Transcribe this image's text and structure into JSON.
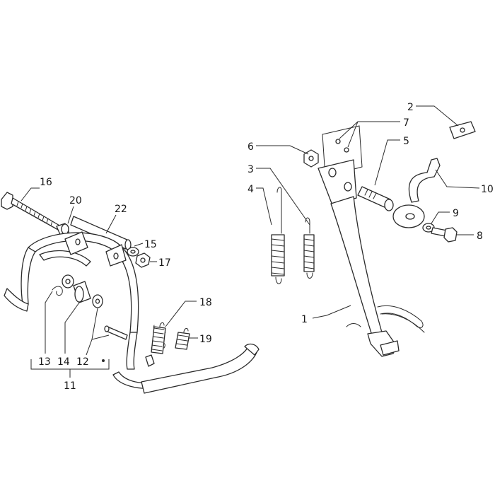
{
  "diagram": {
    "callouts": [
      {
        "id": "c1",
        "text": "1"
      },
      {
        "id": "c2",
        "text": "2"
      },
      {
        "id": "c3",
        "text": "3"
      },
      {
        "id": "c4",
        "text": "4"
      },
      {
        "id": "c5",
        "text": "5"
      },
      {
        "id": "c6",
        "text": "6"
      },
      {
        "id": "c7",
        "text": "7"
      },
      {
        "id": "c8",
        "text": "8"
      },
      {
        "id": "c9",
        "text": "9"
      },
      {
        "id": "c10",
        "text": "10"
      },
      {
        "id": "c11",
        "text": "11"
      },
      {
        "id": "c12",
        "text": "12"
      },
      {
        "id": "c13",
        "text": "13"
      },
      {
        "id": "c14",
        "text": "14"
      },
      {
        "id": "c15",
        "text": "15"
      },
      {
        "id": "c16",
        "text": "16"
      },
      {
        "id": "c17",
        "text": "17"
      },
      {
        "id": "c18",
        "text": "18"
      },
      {
        "id": "c19",
        "text": "19"
      },
      {
        "id": "c20",
        "text": "20"
      },
      {
        "id": "c22",
        "text": "22"
      }
    ]
  }
}
